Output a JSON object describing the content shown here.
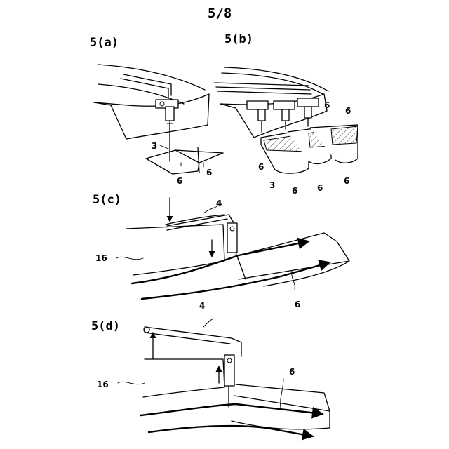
{
  "page_label": "5/8",
  "figures": {
    "a": {
      "label": "5(a)",
      "refs": [
        "3",
        "6",
        "6"
      ]
    },
    "b": {
      "label": "5(b)",
      "refs": [
        "6",
        "6",
        "6",
        "3",
        "6",
        "6",
        "6"
      ]
    },
    "c": {
      "label": "5(c)",
      "refs": [
        "4",
        "16",
        "6"
      ]
    },
    "d": {
      "label": "5(d)",
      "refs": [
        "4",
        "16",
        "6"
      ]
    }
  }
}
